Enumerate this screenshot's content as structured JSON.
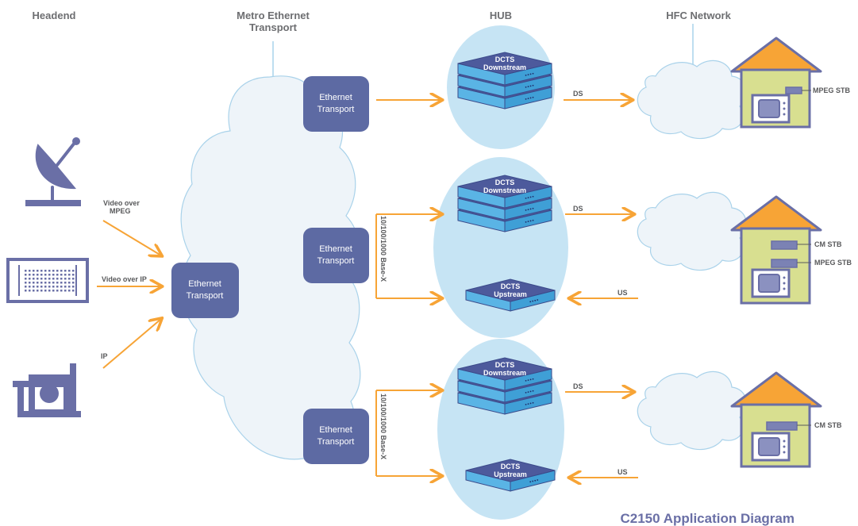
{
  "headers": {
    "headend": "Headend",
    "metro_line1": "Metro Ethernet",
    "metro_line2": "Transport",
    "hub": "HUB",
    "hfc": "HFC Network"
  },
  "ethernet_transport": {
    "line1": "Ethernet",
    "line2": "Transport"
  },
  "devices": {
    "dcts": "DCTS",
    "downstream": "Downstream",
    "upstream": "Upstream"
  },
  "inputs": {
    "video_mpeg_line1": "Video over",
    "video_mpeg_line2": "MPEG",
    "video_ip": "Video over IP",
    "ip": "IP"
  },
  "links": {
    "base_x": "10/100/1000 Base-X",
    "ds": "DS",
    "us": "US"
  },
  "stb": {
    "mpeg": "MPEG STB",
    "cm": "CM STB"
  },
  "title": "C2150 Application Diagram",
  "colors": {
    "ethernet_box": "#5d6aa3",
    "arrow": "#f7a436",
    "hub_circle": "#c6e4f4",
    "house_wall": "#d8df90",
    "house_roof": "#f7a436",
    "device_top": "#4d5a9c",
    "device_side": "#5ab4e5"
  }
}
